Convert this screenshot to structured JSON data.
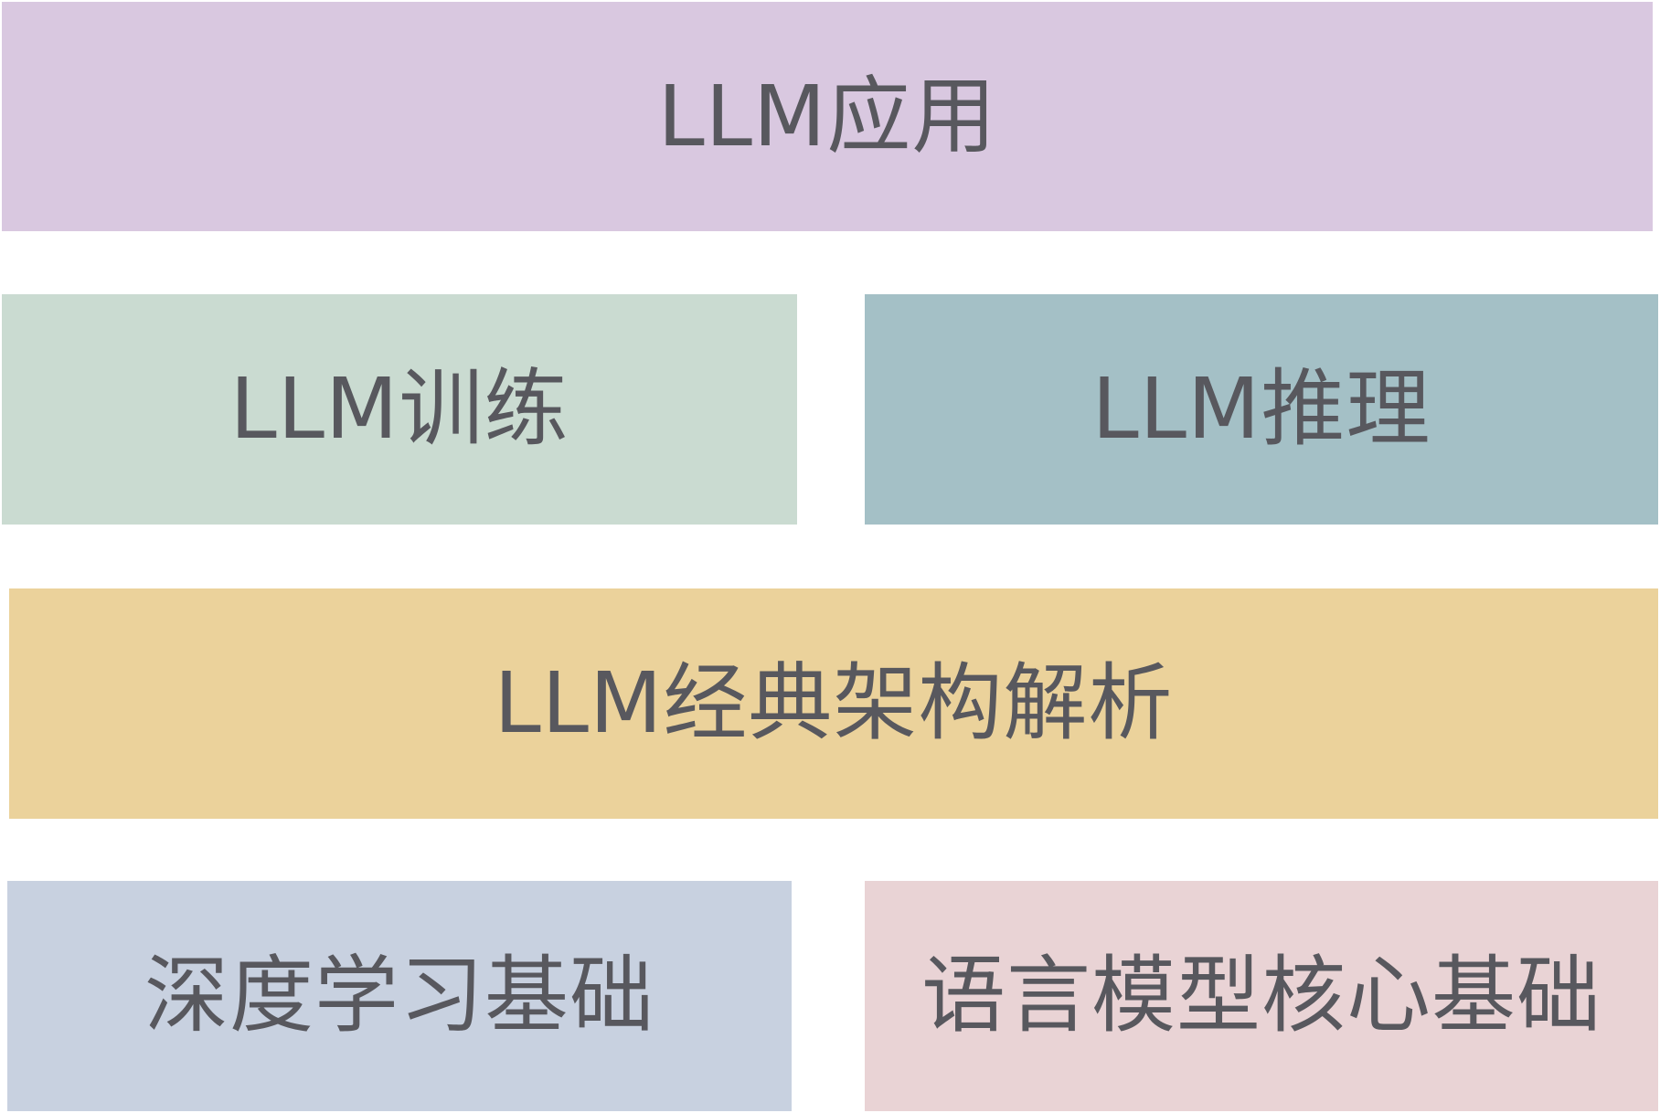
{
  "diagram": {
    "blocks": [
      {
        "id": "b-app",
        "label": "LLM应用",
        "color": "#d9c8e0"
      },
      {
        "id": "b-train",
        "label": "LLM训练",
        "color": "#cadbd1"
      },
      {
        "id": "b-infer",
        "label": "LLM推理",
        "color": "#a4c0c6"
      },
      {
        "id": "b-arch",
        "label": "LLM经典架构解析",
        "color": "#ebd29b"
      },
      {
        "id": "b-dl",
        "label": "深度学习基础",
        "color": "#c8d1e0"
      },
      {
        "id": "b-lm",
        "label": "语言模型核心基础",
        "color": "#e9d3d5"
      }
    ]
  }
}
